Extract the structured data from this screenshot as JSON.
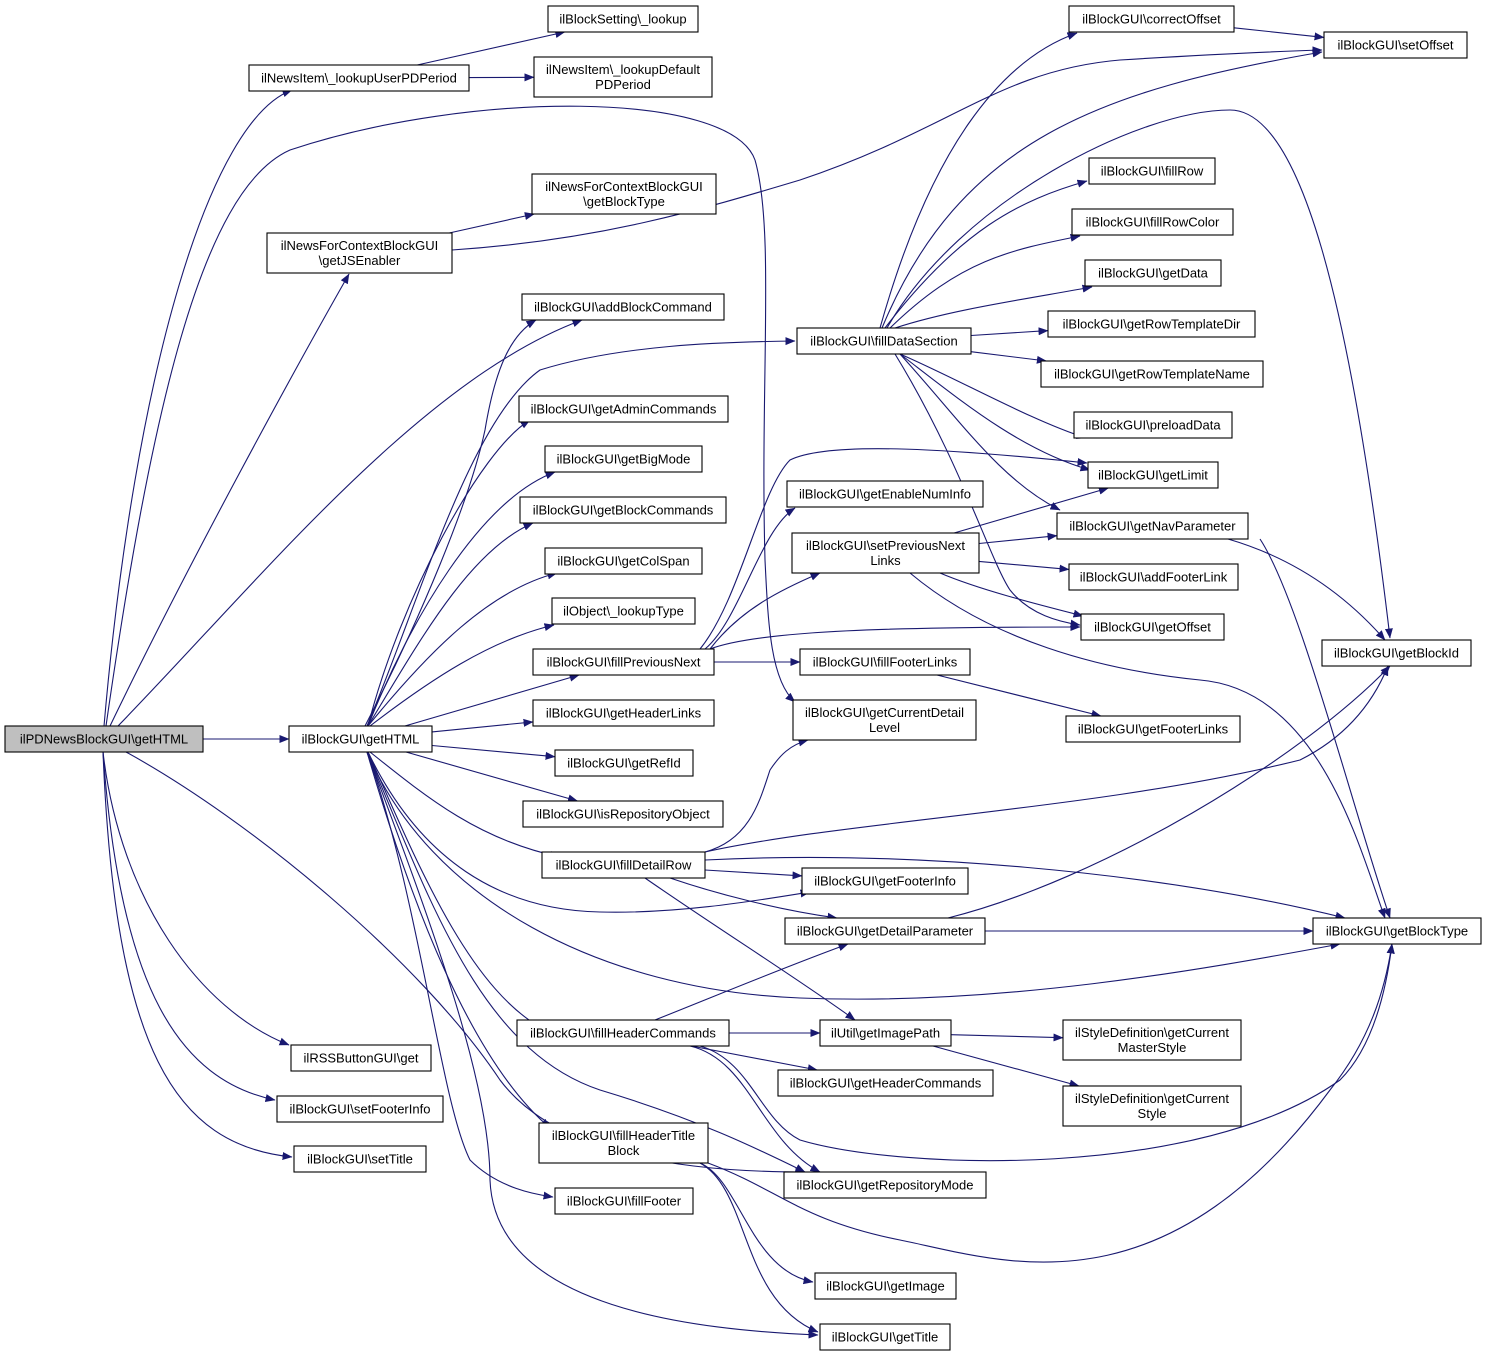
{
  "diagram": {
    "kind": "call graph",
    "edge_color": "#191970",
    "root_fill": "#bfbfbf",
    "nodes": [
      {
        "id": "root",
        "lines": [
          "ilPDNewsBlockGUI\\getHTML"
        ]
      },
      {
        "id": "newsLookupUserPD",
        "lines": [
          "ilNewsItem\\_lookupUserPDPeriod"
        ]
      },
      {
        "id": "blockSettingLookup",
        "lines": [
          "ilBlockSetting\\_lookup"
        ]
      },
      {
        "id": "newsLookupDefaultPD",
        "lines": [
          "ilNewsItem\\_lookupDefault",
          "PDPeriod"
        ]
      },
      {
        "id": "nfcGetBlockType",
        "lines": [
          "ilNewsForContextBlockGUI",
          "\\getBlockType"
        ]
      },
      {
        "id": "nfcGetJSEnabler",
        "lines": [
          "ilNewsForContextBlockGUI",
          "\\getJSEnabler"
        ]
      },
      {
        "id": "addBlockCommand",
        "lines": [
          "ilBlockGUI\\addBlockCommand"
        ]
      },
      {
        "id": "fillDataSection",
        "lines": [
          "ilBlockGUI\\fillDataSection"
        ]
      },
      {
        "id": "getAdminCommands",
        "lines": [
          "ilBlockGUI\\getAdminCommands"
        ]
      },
      {
        "id": "getBigMode",
        "lines": [
          "ilBlockGUI\\getBigMode"
        ]
      },
      {
        "id": "getBlockCommands",
        "lines": [
          "ilBlockGUI\\getBlockCommands"
        ]
      },
      {
        "id": "getColSpan",
        "lines": [
          "ilBlockGUI\\getColSpan"
        ]
      },
      {
        "id": "objLookupType",
        "lines": [
          "ilObject\\_lookupType"
        ]
      },
      {
        "id": "fillPreviousNext",
        "lines": [
          "ilBlockGUI\\fillPreviousNext"
        ]
      },
      {
        "id": "getHeaderLinks",
        "lines": [
          "ilBlockGUI\\getHeaderLinks"
        ]
      },
      {
        "id": "getRefId",
        "lines": [
          "ilBlockGUI\\getRefId"
        ]
      },
      {
        "id": "isRepositoryObject",
        "lines": [
          "ilBlockGUI\\isRepositoryObject"
        ]
      },
      {
        "id": "fillDetailRow",
        "lines": [
          "ilBlockGUI\\fillDetailRow"
        ]
      },
      {
        "id": "getHTML",
        "lines": [
          "ilBlockGUI\\getHTML"
        ]
      },
      {
        "id": "fillHeaderCommands",
        "lines": [
          "ilBlockGUI\\fillHeaderCommands"
        ]
      },
      {
        "id": "fillHeaderTitleBlock",
        "lines": [
          "ilBlockGUI\\fillHeaderTitle",
          "Block"
        ]
      },
      {
        "id": "fillFooter",
        "lines": [
          "ilBlockGUI\\fillFooter"
        ]
      },
      {
        "id": "rssGet",
        "lines": [
          "ilRSSButtonGUI\\get"
        ]
      },
      {
        "id": "setFooterInfo",
        "lines": [
          "ilBlockGUI\\setFooterInfo"
        ]
      },
      {
        "id": "setTitle",
        "lines": [
          "ilBlockGUI\\setTitle"
        ]
      },
      {
        "id": "getEnableNumInfo",
        "lines": [
          "ilBlockGUI\\getEnableNumInfo"
        ]
      },
      {
        "id": "setPreviousNextLinks",
        "lines": [
          "ilBlockGUI\\setPreviousNext",
          "Links"
        ]
      },
      {
        "id": "fillFooterLinks",
        "lines": [
          "ilBlockGUI\\fillFooterLinks"
        ]
      },
      {
        "id": "getCurrentDetailLevel",
        "lines": [
          "ilBlockGUI\\getCurrentDetail",
          "Level"
        ]
      },
      {
        "id": "getFooterInfo",
        "lines": [
          "ilBlockGUI\\getFooterInfo"
        ]
      },
      {
        "id": "getDetailParameter",
        "lines": [
          "ilBlockGUI\\getDetailParameter"
        ]
      },
      {
        "id": "getImagePath",
        "lines": [
          "ilUtil\\getImagePath"
        ]
      },
      {
        "id": "getHeaderCommands",
        "lines": [
          "ilBlockGUI\\getHeaderCommands"
        ]
      },
      {
        "id": "getRepositoryMode",
        "lines": [
          "ilBlockGUI\\getRepositoryMode"
        ]
      },
      {
        "id": "getImage",
        "lines": [
          "ilBlockGUI\\getImage"
        ]
      },
      {
        "id": "getTitle",
        "lines": [
          "ilBlockGUI\\getTitle"
        ]
      },
      {
        "id": "correctOffset",
        "lines": [
          "ilBlockGUI\\correctOffset"
        ]
      },
      {
        "id": "fillRow",
        "lines": [
          "ilBlockGUI\\fillRow"
        ]
      },
      {
        "id": "fillRowColor",
        "lines": [
          "ilBlockGUI\\fillRowColor"
        ]
      },
      {
        "id": "getData",
        "lines": [
          "ilBlockGUI\\getData"
        ]
      },
      {
        "id": "getRowTemplateDir",
        "lines": [
          "ilBlockGUI\\getRowTemplateDir"
        ]
      },
      {
        "id": "getRowTemplateName",
        "lines": [
          "ilBlockGUI\\getRowTemplateName"
        ]
      },
      {
        "id": "preloadData",
        "lines": [
          "ilBlockGUI\\preloadData"
        ]
      },
      {
        "id": "getLimit",
        "lines": [
          "ilBlockGUI\\getLimit"
        ]
      },
      {
        "id": "getNavParameter",
        "lines": [
          "ilBlockGUI\\getNavParameter"
        ]
      },
      {
        "id": "addFooterLink",
        "lines": [
          "ilBlockGUI\\addFooterLink"
        ]
      },
      {
        "id": "getOffset",
        "lines": [
          "ilBlockGUI\\getOffset"
        ]
      },
      {
        "id": "getFooterLinks",
        "lines": [
          "ilBlockGUI\\getFooterLinks"
        ]
      },
      {
        "id": "styleCurrentMaster",
        "lines": [
          "ilStyleDefinition\\getCurrent",
          "MasterStyle"
        ]
      },
      {
        "id": "styleCurrent",
        "lines": [
          "ilStyleDefinition\\getCurrent",
          "Style"
        ]
      },
      {
        "id": "setOffset",
        "lines": [
          "ilBlockGUI\\setOffset"
        ]
      },
      {
        "id": "getBlockId",
        "lines": [
          "ilBlockGUI\\getBlockId"
        ]
      },
      {
        "id": "getBlockType",
        "lines": [
          "ilBlockGUI\\getBlockType"
        ]
      }
    ],
    "edges": [
      [
        "root",
        "newsLookupUserPD"
      ],
      [
        "root",
        "nfcGetJSEnabler"
      ],
      [
        "root",
        "addBlockCommand"
      ],
      [
        "root",
        "getCurrentDetailLevel"
      ],
      [
        "root",
        "getHTML"
      ],
      [
        "root",
        "rssGet"
      ],
      [
        "root",
        "setFooterInfo"
      ],
      [
        "root",
        "setTitle"
      ],
      [
        "root",
        "getRepositoryMode"
      ],
      [
        "newsLookupUserPD",
        "blockSettingLookup"
      ],
      [
        "newsLookupUserPD",
        "newsLookupDefaultPD"
      ],
      [
        "nfcGetJSEnabler",
        "nfcGetBlockType"
      ],
      [
        "nfcGetJSEnabler",
        "setOffset"
      ],
      [
        "getHTML",
        "addBlockCommand"
      ],
      [
        "getHTML",
        "fillDataSection"
      ],
      [
        "getHTML",
        "getAdminCommands"
      ],
      [
        "getHTML",
        "getBigMode"
      ],
      [
        "getHTML",
        "getBlockCommands"
      ],
      [
        "getHTML",
        "getColSpan"
      ],
      [
        "getHTML",
        "objLookupType"
      ],
      [
        "getHTML",
        "fillPreviousNext"
      ],
      [
        "getHTML",
        "getHeaderLinks"
      ],
      [
        "getHTML",
        "getRefId"
      ],
      [
        "getHTML",
        "isRepositoryObject"
      ],
      [
        "getHTML",
        "fillDetailRow"
      ],
      [
        "getHTML",
        "getFooterInfo"
      ],
      [
        "getHTML",
        "getBlockType"
      ],
      [
        "getHTML",
        "fillHeaderCommands"
      ],
      [
        "getHTML",
        "getRepositoryMode"
      ],
      [
        "getHTML",
        "fillHeaderTitleBlock"
      ],
      [
        "getHTML",
        "fillFooter"
      ],
      [
        "getHTML",
        "getTitle"
      ],
      [
        "fillDataSection",
        "correctOffset"
      ],
      [
        "fillDataSection",
        "fillRow"
      ],
      [
        "fillDataSection",
        "fillRowColor"
      ],
      [
        "fillDataSection",
        "getData"
      ],
      [
        "fillDataSection",
        "getRowTemplateDir"
      ],
      [
        "fillDataSection",
        "getRowTemplateName"
      ],
      [
        "fillDataSection",
        "preloadData"
      ],
      [
        "fillDataSection",
        "getLimit"
      ],
      [
        "fillDataSection",
        "getNavParameter"
      ],
      [
        "fillDataSection",
        "getOffset"
      ],
      [
        "fillDataSection",
        "setOffset"
      ],
      [
        "fillDataSection",
        "getBlockId"
      ],
      [
        "fillPreviousNext",
        "getEnableNumInfo"
      ],
      [
        "fillPreviousNext",
        "setPreviousNextLinks"
      ],
      [
        "fillPreviousNext",
        "fillFooterLinks"
      ],
      [
        "fillPreviousNext",
        "getLimit"
      ],
      [
        "fillPreviousNext",
        "getOffset"
      ],
      [
        "setPreviousNextLinks",
        "getLimit"
      ],
      [
        "setPreviousNextLinks",
        "getNavParameter"
      ],
      [
        "setPreviousNextLinks",
        "addFooterLink"
      ],
      [
        "setPreviousNextLinks",
        "getOffset"
      ],
      [
        "setPreviousNextLinks",
        "getBlockType"
      ],
      [
        "fillFooterLinks",
        "getFooterLinks"
      ],
      [
        "fillDetailRow",
        "getCurrentDetailLevel"
      ],
      [
        "fillDetailRow",
        "getFooterInfo"
      ],
      [
        "fillDetailRow",
        "getDetailParameter"
      ],
      [
        "fillDetailRow",
        "getImagePath"
      ],
      [
        "fillDetailRow",
        "getBlockId"
      ],
      [
        "fillDetailRow",
        "getBlockType"
      ],
      [
        "getDetailParameter",
        "getBlockType"
      ],
      [
        "getDetailParameter",
        "getBlockId"
      ],
      [
        "fillHeaderCommands",
        "getImagePath"
      ],
      [
        "fillHeaderCommands",
        "getDetailParameter"
      ],
      [
        "fillHeaderCommands",
        "getHeaderCommands"
      ],
      [
        "fillHeaderCommands",
        "getRepositoryMode"
      ],
      [
        "fillHeaderCommands",
        "getBlockType"
      ],
      [
        "fillHeaderTitleBlock",
        "getImage"
      ],
      [
        "fillHeaderTitleBlock",
        "getTitle"
      ],
      [
        "fillHeaderTitleBlock",
        "getBlockType"
      ],
      [
        "getImagePath",
        "styleCurrentMaster"
      ],
      [
        "getImagePath",
        "styleCurrent"
      ],
      [
        "correctOffset",
        "setOffset"
      ],
      [
        "getNavParameter",
        "getBlockId"
      ],
      [
        "getNavParameter",
        "getBlockType"
      ]
    ]
  }
}
